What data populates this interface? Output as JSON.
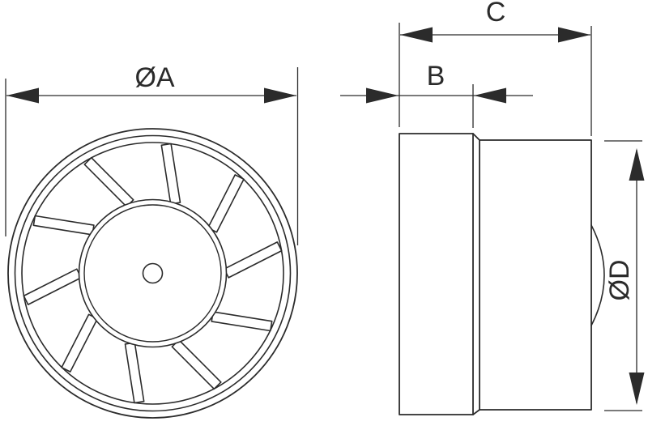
{
  "figure": {
    "background": "#ffffff",
    "line_color": "#2b2b2b"
  },
  "dimensions": {
    "A": {
      "label": "ØA"
    },
    "B": {
      "label": "B"
    },
    "C": {
      "label": "C"
    },
    "D": {
      "label": "ØD"
    }
  }
}
